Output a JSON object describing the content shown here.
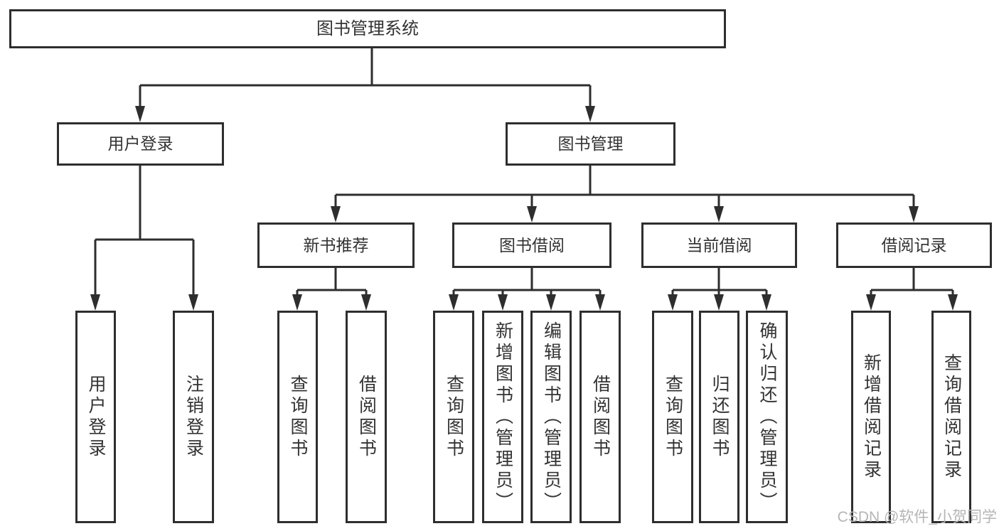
{
  "diagram": {
    "root": {
      "label": "图书管理系统",
      "children": [
        {
          "label": "用户登录",
          "children": [
            {
              "label": "用户登录"
            },
            {
              "label": "注销登录"
            }
          ]
        },
        {
          "label": "图书管理",
          "children": [
            {
              "label": "新书推荐",
              "children": [
                {
                  "label": "查询图书"
                },
                {
                  "label": "借阅图书"
                }
              ]
            },
            {
              "label": "图书借阅",
              "children": [
                {
                  "label": "查询图书"
                },
                {
                  "label": "新增图书（管理员）"
                },
                {
                  "label": "编辑图书（管理员）"
                },
                {
                  "label": "借阅图书"
                }
              ]
            },
            {
              "label": "当前借阅",
              "children": [
                {
                  "label": "查询图书"
                },
                {
                  "label": "归还图书"
                },
                {
                  "label": "确认归还（管理员）"
                }
              ]
            },
            {
              "label": "借阅记录",
              "children": [
                {
                  "label": "新增借阅记录"
                },
                {
                  "label": "查询借阅记录"
                }
              ]
            }
          ]
        }
      ]
    }
  },
  "watermark": {
    "text": "CSDN @软件_小贺同学",
    "color": "#b5b5b5"
  },
  "colors": {
    "line": "#2e2e2e",
    "text": "#333333",
    "background": "#ffffff"
  }
}
